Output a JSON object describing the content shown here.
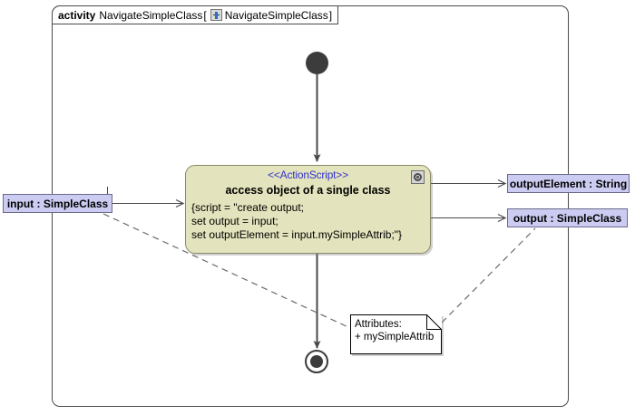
{
  "frame": {
    "keyword": "activity",
    "name": "NavigateSimpleClass",
    "bracket_open": "[",
    "bracket_close": "]",
    "diagram_name": "NavigateSimpleClass",
    "icon": "activity-diagram-icon"
  },
  "action": {
    "stereotype": "<<ActionScript>>",
    "title": "access object of a single class",
    "body_lines": [
      "{script = \"create output;",
      "set output = input;",
      "set outputElement = input.mySimpleAttrib;\"}"
    ],
    "icon": "script-gear-icon",
    "fill_color": "#E3E3BD",
    "border_color": "#8A8A6A",
    "stereotype_color": "#3333CC"
  },
  "pins": {
    "input": {
      "label": "input : SimpleClass"
    },
    "output_element": {
      "label": "outputElement : String"
    },
    "output": {
      "label": "output : SimpleClass"
    },
    "fill_color": "#CCCCF2",
    "border_color": "#6A6A8A"
  },
  "note": {
    "lines": [
      "Attributes:",
      "+ mySimpleAttrib"
    ]
  },
  "nodes": {
    "initial": "initial-node",
    "final": "final-node",
    "node_color": "#3C3C3C"
  }
}
